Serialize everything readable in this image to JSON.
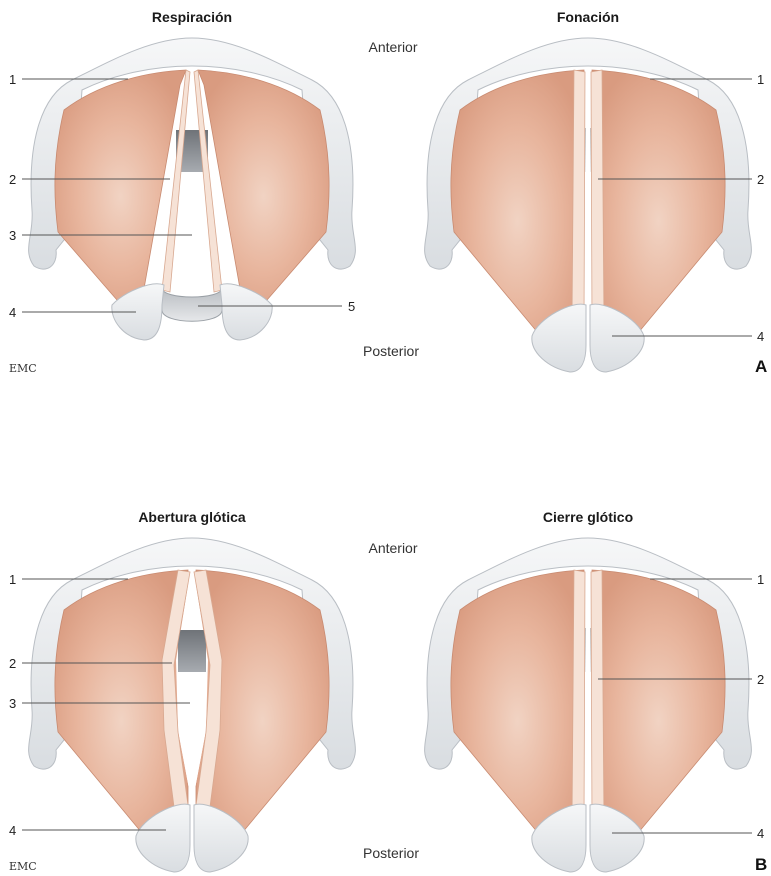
{
  "panels": [
    {
      "title": "Respiración",
      "orientation_top": "Anterior",
      "orientation_bottom": "Posterior"
    },
    {
      "title": "Fonación"
    },
    {
      "title": "Abertura glótica",
      "orientation_top": "Anterior",
      "orientation_bottom": "Posterior"
    },
    {
      "title": "Cierre glótico"
    }
  ],
  "labels": {
    "p1": [
      "1",
      "2",
      "3",
      "4",
      "5"
    ],
    "p2": [
      "1",
      "2",
      "4"
    ],
    "p3": [
      "1",
      "2",
      "3",
      "4"
    ],
    "p4": [
      "1",
      "2",
      "4"
    ]
  },
  "panel_letters": [
    "A",
    "B"
  ],
  "logo_text": [
    "EMC",
    "EMC"
  ],
  "colors": {
    "cartilage": "#e9ecef",
    "cartilage_stroke": "#b9bec4",
    "muscle": "#e3a88e",
    "muscle_light": "#efcbb8",
    "fold": "#f3ddd0",
    "trachea": "#8d9196"
  }
}
